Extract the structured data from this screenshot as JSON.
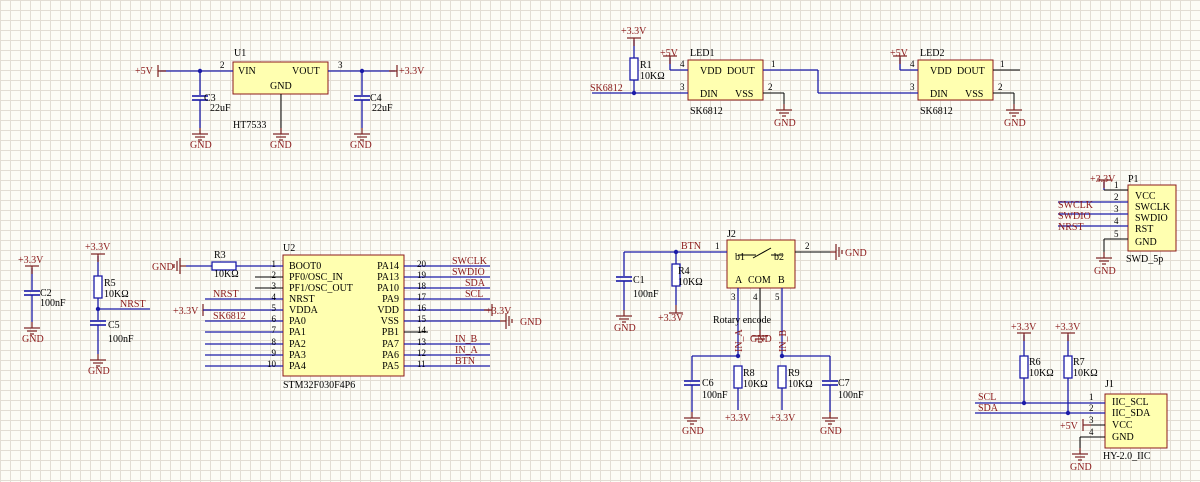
{
  "power": {
    "v5": "+5V",
    "v33": "+3.3V",
    "gnd": "GND"
  },
  "u1": {
    "ref": "U1",
    "part": "HT7533",
    "vin": "VIN",
    "vout": "VOUT",
    "gnd": "GND",
    "p2": "2",
    "p3": "3"
  },
  "c3": {
    "ref": "C3",
    "value": "22uF"
  },
  "c4": {
    "ref": "C4",
    "value": "22uF"
  },
  "r1": {
    "ref": "R1",
    "value": "10KΩ"
  },
  "led1": {
    "ref": "LED1",
    "part": "SK6812",
    "vdd": "VDD",
    "dout": "DOUT",
    "din": "DIN",
    "vss": "VSS",
    "p1": "1",
    "p2": "2",
    "p3": "3",
    "p4": "4"
  },
  "led2": {
    "ref": "LED2",
    "part": "SK6812",
    "vdd": "VDD",
    "dout": "DOUT",
    "din": "DIN",
    "vss": "VSS",
    "p1": "1",
    "p2": "2",
    "p3": "3",
    "p4": "4"
  },
  "nets": {
    "sk6812": "SK6812",
    "nrst": "NRST",
    "swclk": "SWCLK",
    "swdio": "SWDIO",
    "sda": "SDA",
    "scl": "SCL",
    "in_b": "IN_B",
    "in_a": "IN_A",
    "btn": "BTN"
  },
  "p1": {
    "ref": "P1",
    "part": "SWD_5p",
    "pins": [
      "VCC",
      "SWCLK",
      "SWDIO",
      "RST",
      "GND"
    ],
    "nums": [
      "1",
      "2",
      "3",
      "4",
      "5"
    ]
  },
  "c2": {
    "ref": "C2",
    "value": "100nF"
  },
  "r5": {
    "ref": "R5",
    "value": "10KΩ"
  },
  "c5": {
    "ref": "C5",
    "value": "100nF"
  },
  "r3": {
    "ref": "R3",
    "value": "10KΩ"
  },
  "u2": {
    "ref": "U2",
    "part": "STM32F030F4P6",
    "left": [
      [
        "1",
        "BOOT0"
      ],
      [
        "2",
        "PF0/OSC_IN"
      ],
      [
        "3",
        "PF1/OSC_OUT"
      ],
      [
        "4",
        "NRST"
      ],
      [
        "5",
        "VDDA"
      ],
      [
        "6",
        "PA0"
      ],
      [
        "7",
        "PA1"
      ],
      [
        "8",
        "PA2"
      ],
      [
        "9",
        "PA3"
      ],
      [
        "10",
        "PA4"
      ]
    ],
    "right": [
      [
        "20",
        "PA14"
      ],
      [
        "19",
        "PA13"
      ],
      [
        "18",
        "PA10"
      ],
      [
        "17",
        "PA9"
      ],
      [
        "16",
        "VDD"
      ],
      [
        "15",
        "VSS"
      ],
      [
        "14",
        "PB1"
      ],
      [
        "13",
        "PA7"
      ],
      [
        "12",
        "PA6"
      ],
      [
        "11",
        "PA5"
      ]
    ]
  },
  "j2": {
    "ref": "J2",
    "part": "Rotary encode",
    "b1": "b1",
    "b2": "b2",
    "a": "A",
    "com": "COM",
    "b": "B",
    "p1": "1",
    "p2": "2",
    "p3": "3",
    "p4": "4",
    "p5": "5"
  },
  "c1": {
    "ref": "C1",
    "value": "100nF"
  },
  "r4": {
    "ref": "R4",
    "value": "10KΩ"
  },
  "c6": {
    "ref": "C6",
    "value": "100nF"
  },
  "r8": {
    "ref": "R8",
    "value": "10KΩ"
  },
  "r9": {
    "ref": "R9",
    "value": "10KΩ"
  },
  "c7": {
    "ref": "C7",
    "value": "100nF"
  },
  "r6": {
    "ref": "R6",
    "value": "10KΩ"
  },
  "r7": {
    "ref": "R7",
    "value": "10KΩ"
  },
  "j1": {
    "ref": "J1",
    "part": "HY-2.0_IIC",
    "pins": [
      "IIC_SCL",
      "IIC_SDA",
      "VCC",
      "GND"
    ],
    "nums": [
      "1",
      "2",
      "3",
      "4"
    ]
  }
}
